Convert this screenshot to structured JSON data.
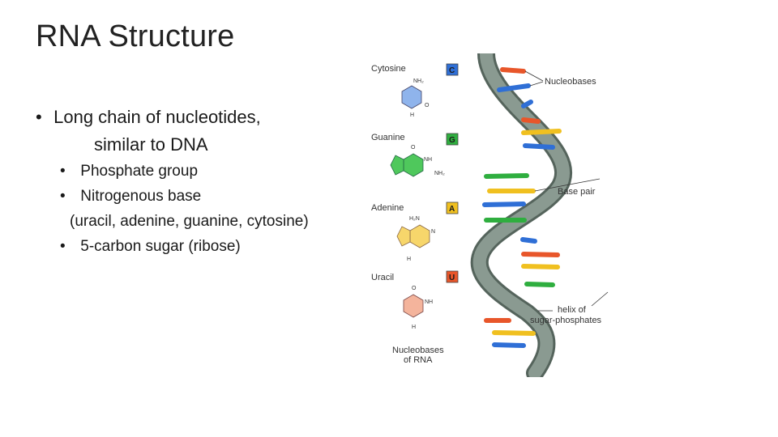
{
  "slide": {
    "title": "RNA Structure",
    "bullet_main_line1": "Long chain of nucleotides,",
    "bullet_main_line2": "similar to DNA",
    "sub_bullets": [
      "Phosphate group",
      "Nitrogenous base",
      "5-carbon sugar (ribose)"
    ],
    "sub_bullet_continuation": "(uracil, adenine, guanine, cytosine)"
  },
  "figure": {
    "bases": [
      {
        "name": "Cytosine",
        "letter": "C",
        "color": "#2f6fd6"
      },
      {
        "name": "Guanine",
        "letter": "G",
        "color": "#2fae3f"
      },
      {
        "name": "Adenine",
        "letter": "A",
        "color": "#f0c020"
      },
      {
        "name": "Uracil",
        "letter": "U",
        "color": "#e8562a"
      }
    ],
    "chem_labels": {
      "nh2": "NH₂",
      "nh": "NH",
      "n": "N",
      "h": "H",
      "o": "O",
      "h2n": "H₂N"
    },
    "caption_line1": "Nucleobases",
    "caption_line2": "of RNA",
    "callout_nucleobases": "Nucleobases",
    "callout_base_pair": "Base pair",
    "callout_helix_line1": "helix of",
    "callout_helix_line2": "sugar-phosphates",
    "backbone_color": "#6f7f77"
  }
}
